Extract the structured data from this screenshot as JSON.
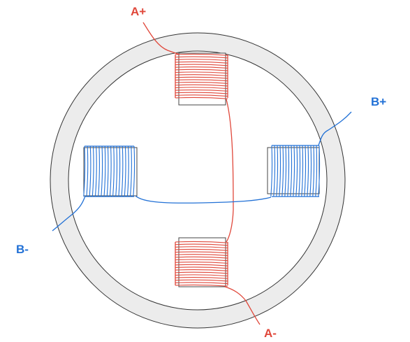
{
  "labels": {
    "a_plus": "A+",
    "a_minus": "A-",
    "b_plus": "B+",
    "b_minus": "B-"
  },
  "colors": {
    "phase_a": "#e0473a",
    "phase_b": "#2271d6",
    "stator_fill": "#ececec",
    "outline": "#333333"
  },
  "coils": [
    {
      "name": "coil-a-top",
      "phase": "A"
    },
    {
      "name": "coil-a-bottom",
      "phase": "A"
    },
    {
      "name": "coil-b-left",
      "phase": "B"
    },
    {
      "name": "coil-b-right",
      "phase": "B"
    }
  ],
  "turns_per_coil": 18
}
